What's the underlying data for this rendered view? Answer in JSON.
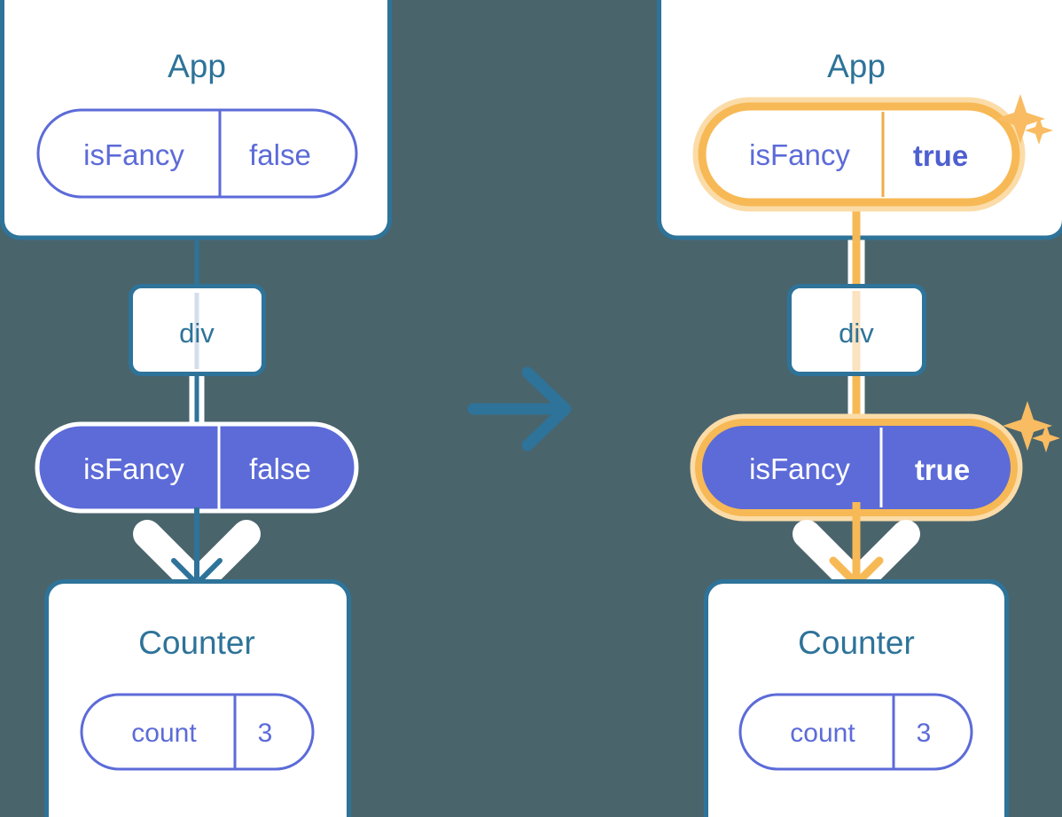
{
  "diagram": {
    "title": "React state propagation before and after isFancy changes",
    "type": "component-tree-diagram",
    "background_color": "#4A646C",
    "colors": {
      "box_border_blue": "#2E7399",
      "box_fill": "#FFFFFF",
      "title_blue": "#2E7399",
      "pill_purple": "#5C6BD8",
      "pill_fill_purple": "#5C6BD8",
      "highlight_orange": "#F7B955",
      "highlight_orange_glow": "#FBDCA8",
      "sparkle_orange": "#F9BC62",
      "text_white": "#FFFFFF"
    },
    "panels": [
      {
        "id": "before",
        "name": "before-state",
        "nodes": [
          {
            "id": "app",
            "name": "app-component-box",
            "title": "App",
            "pill": {
              "key": "isFancy",
              "value": "false",
              "style": "outline",
              "highlighted": false,
              "bold_value": false
            }
          },
          {
            "id": "div",
            "name": "div-element-box",
            "title": "div",
            "pill": null
          },
          {
            "id": "prop",
            "name": "prop-pill",
            "title": null,
            "pill": {
              "key": "isFancy",
              "value": "false",
              "style": "filled",
              "highlighted": false,
              "bold_value": false
            }
          },
          {
            "id": "counter",
            "name": "counter-component-box",
            "title": "Counter",
            "pill": {
              "key": "count",
              "value": "3",
              "style": "outline",
              "highlighted": false,
              "bold_value": false
            }
          }
        ],
        "connector_color": "#2E7399",
        "arrow_color": "#2E7399",
        "sparkles": []
      },
      {
        "id": "after",
        "name": "after-state",
        "nodes": [
          {
            "id": "app",
            "name": "app-component-box",
            "title": "App",
            "pill": {
              "key": "isFancy",
              "value": "true",
              "style": "outline",
              "highlighted": true,
              "bold_value": true
            }
          },
          {
            "id": "div",
            "name": "div-element-box",
            "title": "div",
            "pill": null
          },
          {
            "id": "prop",
            "name": "prop-pill",
            "title": null,
            "pill": {
              "key": "isFancy",
              "value": "true",
              "style": "filled",
              "highlighted": true,
              "bold_value": true
            }
          },
          {
            "id": "counter",
            "name": "counter-component-box",
            "title": "Counter",
            "pill": {
              "key": "count",
              "value": "3",
              "style": "outline",
              "highlighted": false,
              "bold_value": false
            }
          }
        ],
        "connector_color": "#F7B955",
        "arrow_color": "#F7B955",
        "sparkles": [
          "sparkle-top",
          "sparkle-bottom"
        ]
      }
    ],
    "transition": {
      "name": "transition-arrow",
      "icon": "arrow-right-icon",
      "color": "#2E7399"
    },
    "labels": {
      "app": "App",
      "div": "div",
      "counter": "Counter",
      "isFancy": "isFancy",
      "count": "count",
      "false": "false",
      "true": "true",
      "three": "3"
    }
  }
}
